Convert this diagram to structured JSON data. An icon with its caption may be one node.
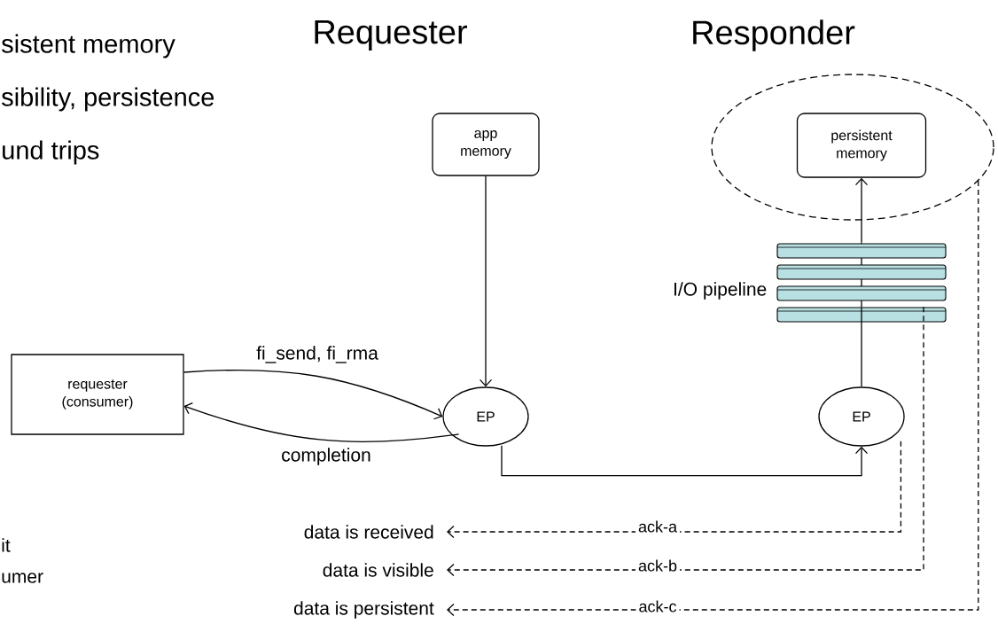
{
  "diagram": {
    "nodes": [
      {
        "text": [
          "app memory"
        ]
      },
      {
        "text": [],
        "shape": "ellipse"
      },
      {
        "text": [
          "persistent memory"
        ],
        "in": 1
      },
      {
        "text": [],
        "shape": "stack",
        "beside": [
          "I/O pipeline"
        ]
      },
      {
        "text": [
          "requester (consumer)"
        ]
      },
      {
        "text": [
          "EP"
        ]
      },
      {
        "text": [
          "EP"
        ]
      },
      {
        "text": [
          "data is received"
        ]
      },
      {
        "text": [
          "data is visible"
        ]
      },
      {
        "text": [
          "data is persistent"
        ]
      }
    ],
    "edges": [
      {
        "from": 0,
        "to": 5,
        "arrow": "to"
      },
      {
        "from": 4,
        "to": 5,
        "arrow": "to",
        "label": "fi_send, fi_rma"
      },
      {
        "from": 5,
        "to": 4,
        "arrow": "to",
        "label": "completion"
      },
      {
        "from": 5,
        "to": 6,
        "arrow": "to"
      },
      {
        "from": 6,
        "to": 3,
        "arrow": "none"
      },
      {
        "from": 3,
        "to": 2,
        "arrow": "to"
      },
      {
        "from": 6,
        "to": 7,
        "arrow": "to",
        "label": "ack-a",
        "style": "dashed"
      },
      {
        "from": 3,
        "to": 8,
        "arrow": "to",
        "label": "ack-b",
        "style": "dashed"
      },
      {
        "from": 1,
        "to": 9,
        "arrow": "to",
        "label": "ack-c",
        "style": "dashed"
      }
    ],
    "labels": [
      "Requester",
      "Responder",
      "sistent memory",
      "sibility, persistence",
      "und trips",
      "it",
      "umer"
    ]
  }
}
